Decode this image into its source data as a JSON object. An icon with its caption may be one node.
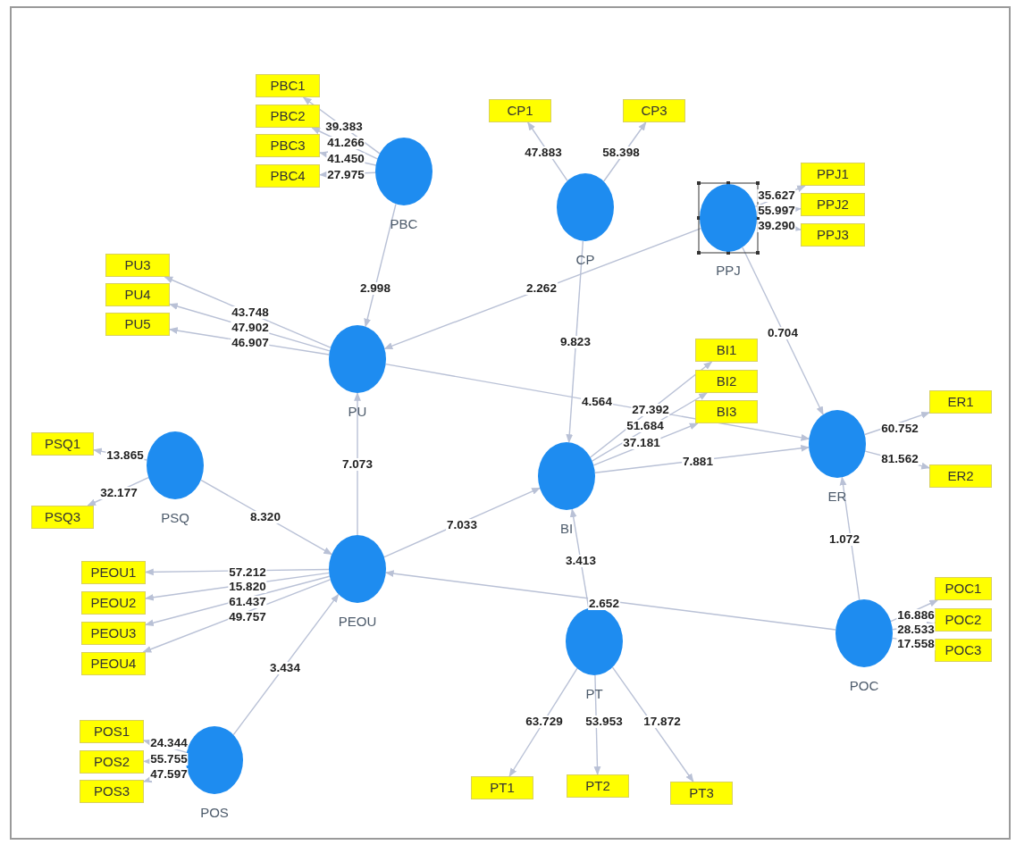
{
  "diagram": {
    "nodes": [
      {
        "text": [
          "PBC"
        ]
      },
      {
        "text": [
          "PBC1"
        ]
      },
      {
        "text": [
          "PBC2"
        ]
      },
      {
        "text": [
          "PBC3"
        ]
      },
      {
        "text": [
          "PBC4"
        ]
      },
      {
        "text": [
          "CP"
        ]
      },
      {
        "text": [
          "CP1"
        ]
      },
      {
        "text": [
          "CP3"
        ]
      },
      {
        "text": [
          "PPJ"
        ]
      },
      {
        "text": [
          "PPJ1"
        ]
      },
      {
        "text": [
          "PPJ2"
        ]
      },
      {
        "text": [
          "PPJ3"
        ]
      },
      {
        "text": [
          "PU"
        ]
      },
      {
        "text": [
          "PU3"
        ]
      },
      {
        "text": [
          "PU4"
        ]
      },
      {
        "text": [
          "PU5"
        ]
      },
      {
        "text": [
          "BI"
        ]
      },
      {
        "text": [
          "BI1"
        ]
      },
      {
        "text": [
          "BI2"
        ]
      },
      {
        "text": [
          "BI3"
        ]
      },
      {
        "text": [
          "ER"
        ]
      },
      {
        "text": [
          "ER1"
        ]
      },
      {
        "text": [
          "ER2"
        ]
      },
      {
        "text": [
          "PSQ"
        ]
      },
      {
        "text": [
          "PSQ1"
        ]
      },
      {
        "text": [
          "PSQ3"
        ]
      },
      {
        "text": [
          "PEOU"
        ]
      },
      {
        "text": [
          "PEOU1"
        ]
      },
      {
        "text": [
          "PEOU2"
        ]
      },
      {
        "text": [
          "PEOU3"
        ]
      },
      {
        "text": [
          "PEOU4"
        ]
      },
      {
        "text": [
          "PT"
        ]
      },
      {
        "text": [
          "PT1"
        ]
      },
      {
        "text": [
          "PT2"
        ]
      },
      {
        "text": [
          "PT3"
        ]
      },
      {
        "text": [
          "POC"
        ]
      },
      {
        "text": [
          "POC1"
        ]
      },
      {
        "text": [
          "POC2"
        ]
      },
      {
        "text": [
          "POC3"
        ]
      },
      {
        "text": [
          "POS"
        ]
      },
      {
        "text": [
          "POS1"
        ]
      },
      {
        "text": [
          "POS2"
        ]
      },
      {
        "text": [
          "POS3"
        ]
      }
    ],
    "edges": [
      {
        "from": 0,
        "to": 12,
        "arrow": "to",
        "label": "2.998"
      },
      {
        "from": 8,
        "to": 12,
        "arrow": "to",
        "label": "2.262"
      },
      {
        "from": 5,
        "to": 16,
        "arrow": "to",
        "label": "9.823"
      },
      {
        "from": 8,
        "to": 20,
        "arrow": "to",
        "label": "0.704"
      },
      {
        "from": 12,
        "to": 20,
        "arrow": "to",
        "label": "4.564"
      },
      {
        "from": 26,
        "to": 12,
        "arrow": "to",
        "label": "7.073"
      },
      {
        "from": 23,
        "to": 26,
        "arrow": "to",
        "label": "8.320"
      },
      {
        "from": 26,
        "to": 16,
        "arrow": "to",
        "label": "7.033"
      },
      {
        "from": 16,
        "to": 20,
        "arrow": "to",
        "label": "7.881"
      },
      {
        "from": 31,
        "to": 16,
        "arrow": "to",
        "label": "3.413"
      },
      {
        "from": 35,
        "to": 26,
        "arrow": "to",
        "label": "2.652"
      },
      {
        "from": 35,
        "to": 20,
        "arrow": "to",
        "label": "1.072"
      },
      {
        "from": 39,
        "to": 26,
        "arrow": "to",
        "label": "3.434"
      },
      {
        "from": 0,
        "to": 1,
        "arrow": "to",
        "label": "39.383"
      },
      {
        "from": 0,
        "to": 2,
        "arrow": "to",
        "label": "41.266"
      },
      {
        "from": 0,
        "to": 3,
        "arrow": "to",
        "label": "41.450"
      },
      {
        "from": 0,
        "to": 4,
        "arrow": "to",
        "label": "27.975"
      },
      {
        "from": 5,
        "to": 6,
        "arrow": "to",
        "label": "47.883"
      },
      {
        "from": 5,
        "to": 7,
        "arrow": "to",
        "label": "58.398"
      },
      {
        "from": 8,
        "to": 9,
        "arrow": "to",
        "label": "35.627"
      },
      {
        "from": 8,
        "to": 10,
        "arrow": "to",
        "label": "55.997"
      },
      {
        "from": 8,
        "to": 11,
        "arrow": "to",
        "label": "39.290"
      },
      {
        "from": 12,
        "to": 13,
        "arrow": "to",
        "label": "43.748"
      },
      {
        "from": 12,
        "to": 14,
        "arrow": "to",
        "label": "47.902"
      },
      {
        "from": 12,
        "to": 15,
        "arrow": "to",
        "label": "46.907"
      },
      {
        "from": 16,
        "to": 17,
        "arrow": "to",
        "label": "27.392"
      },
      {
        "from": 16,
        "to": 18,
        "arrow": "to",
        "label": "51.684"
      },
      {
        "from": 16,
        "to": 19,
        "arrow": "to",
        "label": "37.181"
      },
      {
        "from": 20,
        "to": 21,
        "arrow": "to",
        "label": "60.752"
      },
      {
        "from": 20,
        "to": 22,
        "arrow": "to",
        "label": "81.562"
      },
      {
        "from": 23,
        "to": 24,
        "arrow": "to",
        "label": "13.865"
      },
      {
        "from": 23,
        "to": 25,
        "arrow": "to",
        "label": "32.177"
      },
      {
        "from": 26,
        "to": 27,
        "arrow": "to",
        "label": "57.212"
      },
      {
        "from": 26,
        "to": 28,
        "arrow": "to",
        "label": "15.820"
      },
      {
        "from": 26,
        "to": 29,
        "arrow": "to",
        "label": "61.437"
      },
      {
        "from": 26,
        "to": 30,
        "arrow": "to",
        "label": "49.757"
      },
      {
        "from": 31,
        "to": 32,
        "arrow": "to",
        "label": "63.729"
      },
      {
        "from": 31,
        "to": 33,
        "arrow": "to",
        "label": "53.953"
      },
      {
        "from": 31,
        "to": 34,
        "arrow": "to",
        "label": "17.872"
      },
      {
        "from": 35,
        "to": 36,
        "arrow": "to",
        "label": "16.886"
      },
      {
        "from": 35,
        "to": 37,
        "arrow": "to",
        "label": "28.533"
      },
      {
        "from": 35,
        "to": 38,
        "arrow": "to",
        "label": "17.558"
      },
      {
        "from": 39,
        "to": 40,
        "arrow": "to",
        "label": "24.344"
      },
      {
        "from": 39,
        "to": 41,
        "arrow": "to",
        "label": "55.755"
      },
      {
        "from": 39,
        "to": 42,
        "arrow": "to",
        "label": "47.597"
      }
    ]
  }
}
